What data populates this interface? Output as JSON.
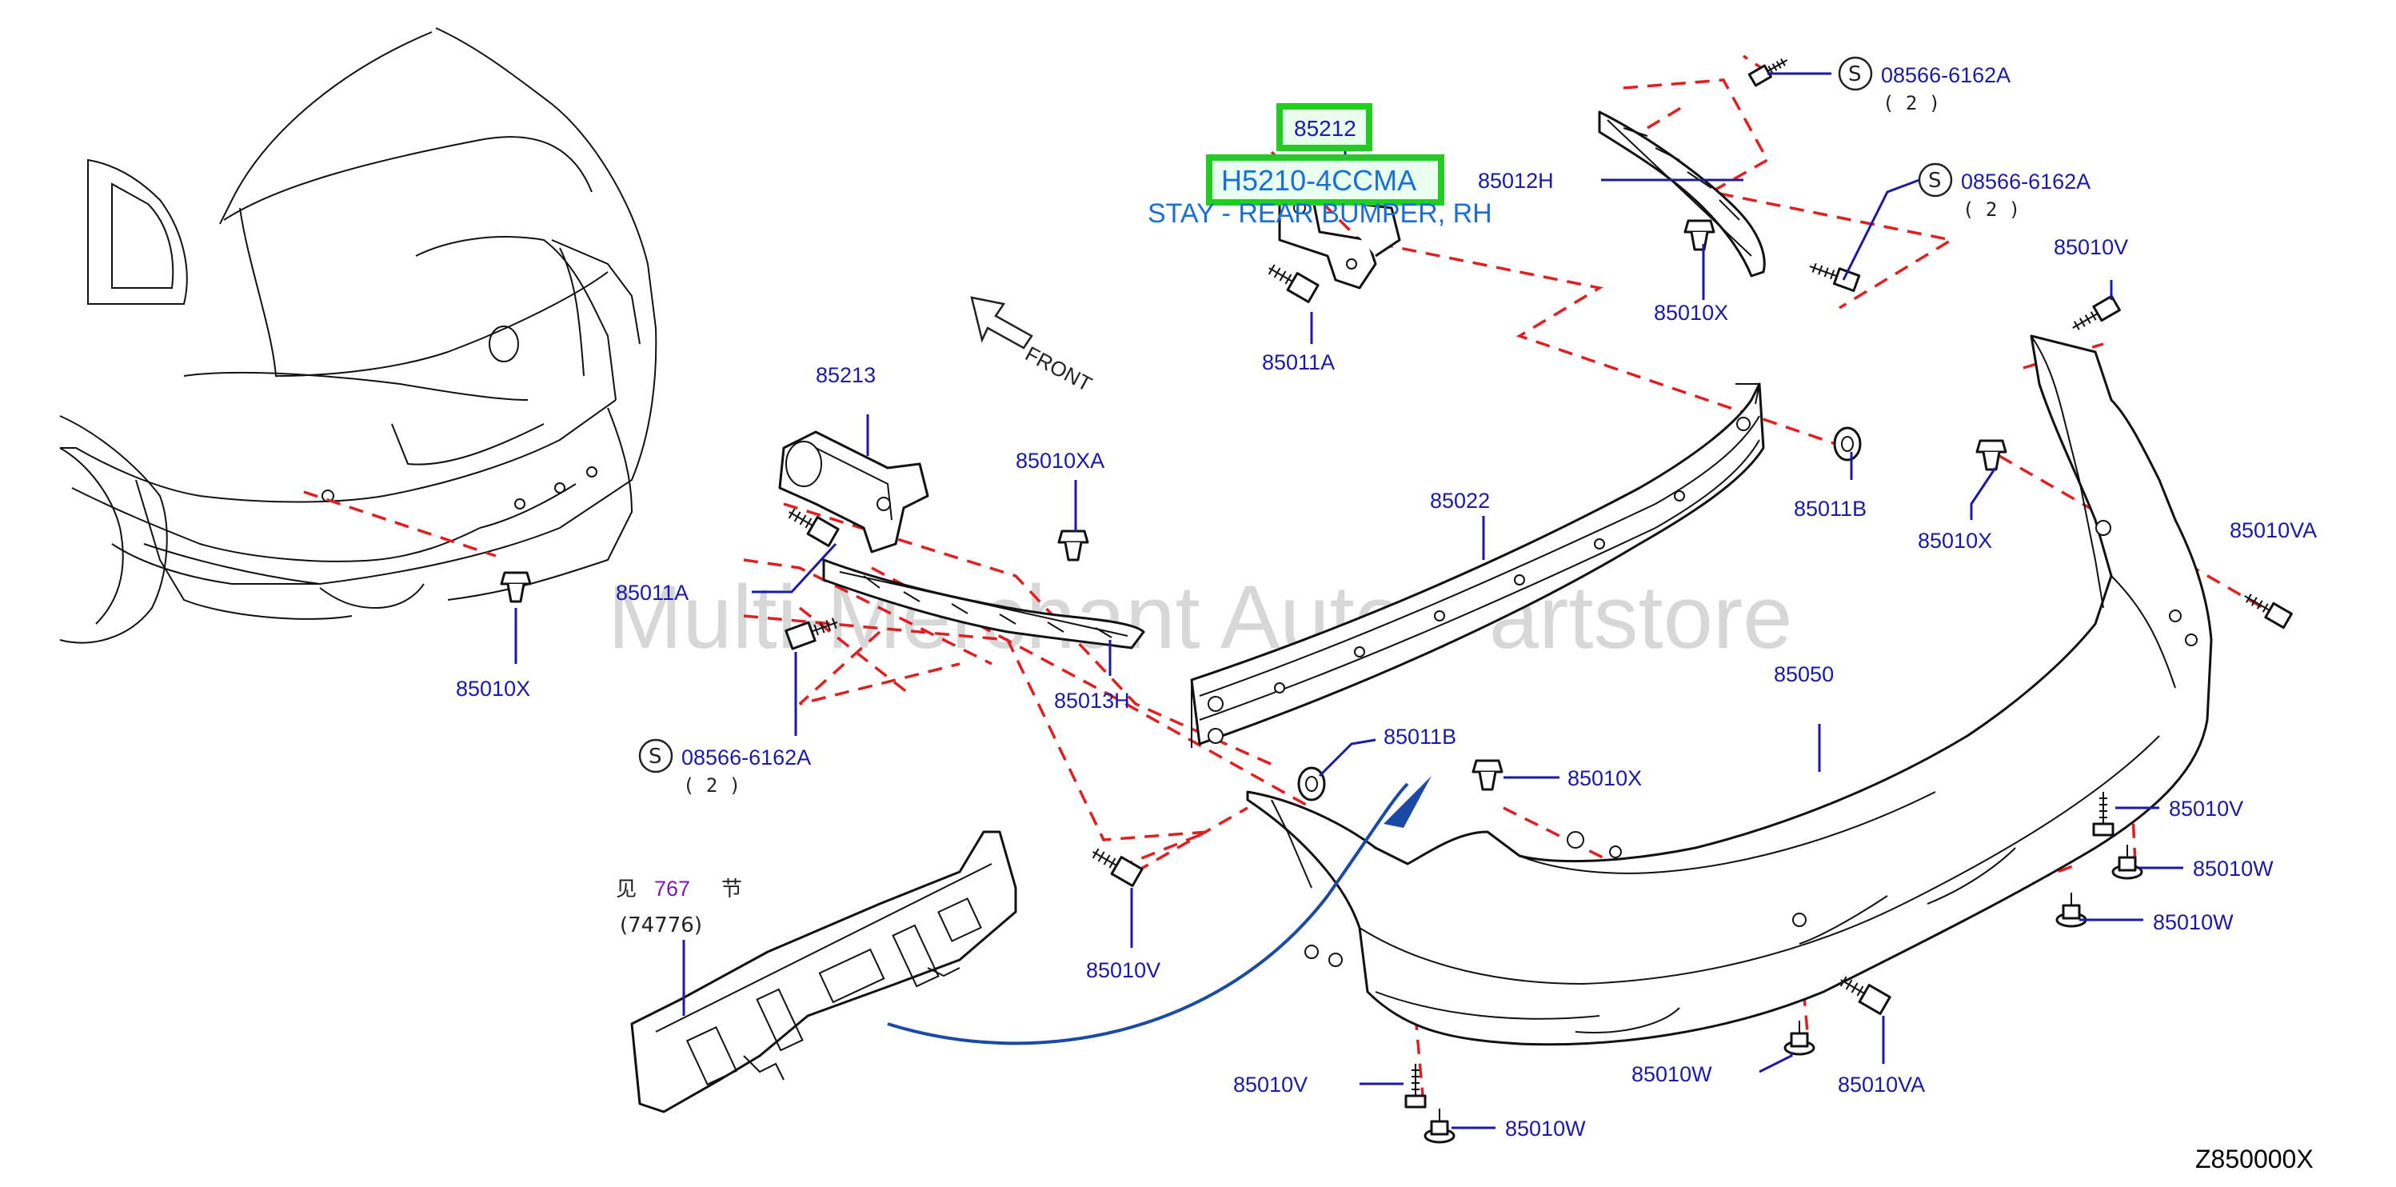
{
  "diagram": {
    "diagram_code": "Z850000X",
    "watermark": "Multi-Merchant Auto Partstore",
    "front_indicator": "FRONT",
    "highlight": {
      "part_number": "85212",
      "oem_code": "H5210-4CCMA",
      "description": "STAY - REAR BUMPER, RH"
    },
    "see_section": {
      "prefix": "见",
      "number": "767",
      "suffix": "节",
      "ref": "(74776)"
    },
    "screw_code": "08566-6162A",
    "screw_qty": "( 2 )",
    "s_marker": "S",
    "labels": {
      "p85012H": "85012H",
      "p85010X_top": "85010X",
      "p85010V_top": "85010V",
      "p85213": "85213",
      "p85011A_top": "85011A",
      "p85011A_left": "85011A",
      "p85010XA": "85010XA",
      "p85010X_left": "85010X",
      "p85013H": "85013H",
      "p85022": "85022",
      "p85011B_right": "85011B",
      "p85010X_right": "85010X",
      "p85010VA_right": "85010VA",
      "p85050": "85050",
      "p85011B_center": "85011B",
      "p85010X_center": "85010X",
      "p85010V_r1": "85010V",
      "p85010W_r1": "85010W",
      "p85010W_r2": "85010W",
      "p85010V_mid": "85010V",
      "p85010V_bottom": "85010V",
      "p85010W_bottom": "85010W",
      "p85010W_bot2": "85010W",
      "p85010VA_bottom": "85010VA"
    }
  }
}
